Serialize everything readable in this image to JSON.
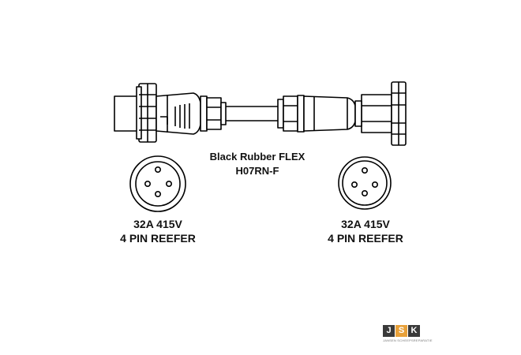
{
  "cable": {
    "line1": "Black Rubber FLEX",
    "line2": "H07RN-F"
  },
  "left_connector": {
    "rating": "32A 415V",
    "type": "4 PIN REEFER"
  },
  "right_connector": {
    "rating": "32A 415V",
    "type": "4 PIN REEFER"
  },
  "logo": {
    "letters": [
      "J",
      "S",
      "K"
    ],
    "tagline": "JANSEN SCHEEPSREPARATIE",
    "colors": {
      "dark": "#3a3a3a",
      "accent": "#e8a13a"
    }
  }
}
